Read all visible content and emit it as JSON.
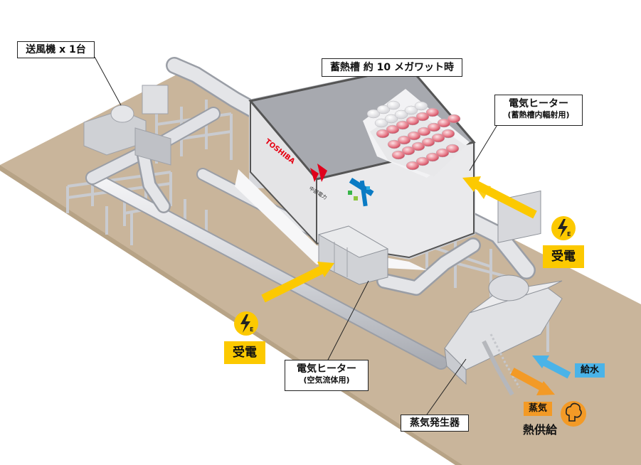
{
  "labels": {
    "fan": "送風機 x 1台",
    "storage_tank": "蓄熱槽 約 10 メガワット時",
    "heater_storage": "電気ヒーター",
    "heater_storage_sub": "(蓄熱槽内輻射用)",
    "heater_air": "電気ヒーター",
    "heater_air_sub": "(空気流体用)",
    "steam_generator": "蒸気発生器",
    "power_receive_right": "受電",
    "power_receive_left": "受電",
    "water_supply": "給水",
    "steam": "蒸気",
    "heat_supply": "熱供給"
  },
  "logos": {
    "toshiba": "TOSHIBA",
    "chubu": "中部電力"
  },
  "icons": {
    "power": "electric-power-icon",
    "heat": "heat-supply-icon"
  },
  "colors": {
    "ground": "#c9b59b",
    "power_yellow": "#fcc900",
    "water_blue": "#4ab3e8",
    "steam_orange": "#f39a26",
    "heat_icon": "#f39a26",
    "toshiba_red": "#e60012",
    "chubu_red": "#e0001b",
    "tank_body": "#e5e5e7",
    "rocks": "#e05a6a"
  }
}
